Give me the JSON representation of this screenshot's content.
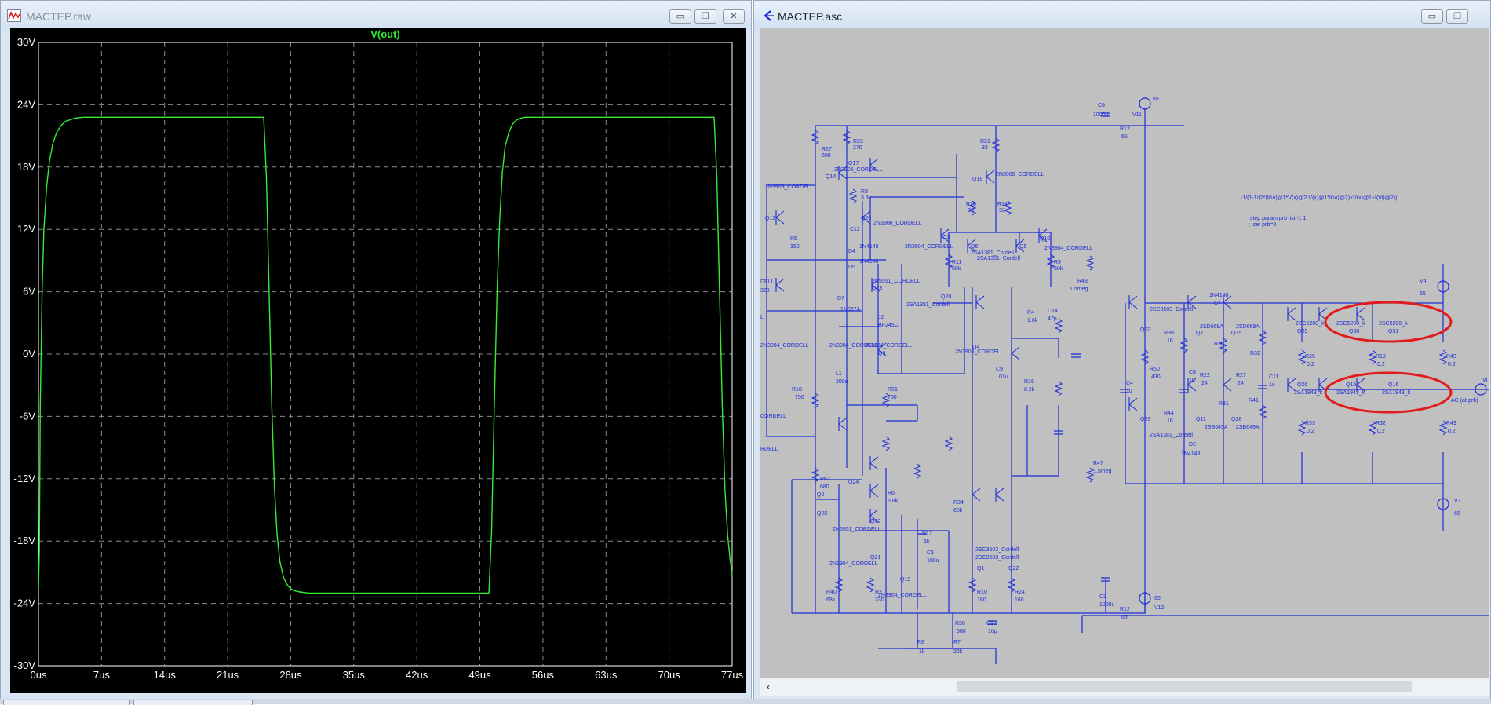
{
  "waveform_window": {
    "title": "MACTEP.raw",
    "trace_label": "V(out)",
    "trace_color": "#33ee33",
    "buttons": [
      {
        "name": "minimize",
        "glyph": "▭"
      },
      {
        "name": "restore",
        "glyph": "❐"
      },
      {
        "name": "close",
        "glyph": "✕"
      }
    ]
  },
  "chart_data": {
    "type": "line",
    "title": "V(out)",
    "xlabel": "",
    "ylabel": "",
    "xlim": [
      0,
      77
    ],
    "ylim": [
      -30,
      30
    ],
    "x_unit": "us",
    "y_unit": "V",
    "x_ticks": [
      "0us",
      "7us",
      "14us",
      "21us",
      "28us",
      "35us",
      "42us",
      "49us",
      "56us",
      "63us",
      "70us",
      "77us"
    ],
    "y_ticks": [
      "30V",
      "24V",
      "18V",
      "12V",
      "6V",
      "0V",
      "-6V",
      "-12V",
      "-18V",
      "-24V",
      "-30V"
    ],
    "grid": true,
    "series": [
      {
        "name": "V(out)",
        "color": "#33ee33",
        "x": [
          0,
          0.1,
          0.2,
          0.4,
          0.6,
          0.9,
          1.2,
          1.6,
          2.0,
          2.5,
          3.0,
          4.0,
          5.0,
          8.0,
          12.0,
          20.0,
          25.0,
          25.3,
          25.6,
          25.9,
          26.2,
          26.5,
          26.8,
          27.2,
          27.6,
          28.0,
          28.5,
          29.0,
          30.0,
          31.0,
          35.0,
          40.0,
          45.0,
          50.0,
          50.3,
          50.6,
          50.9,
          51.2,
          51.5,
          51.8,
          52.2,
          52.6,
          53.0,
          53.5,
          54.0,
          55.0,
          56.0,
          60.0,
          65.0,
          70.0,
          75.0,
          75.3,
          75.6,
          75.9,
          76.2,
          76.5,
          76.8,
          77.0
        ],
        "values": [
          -22.5,
          -19,
          -5,
          6,
          12,
          16,
          18.5,
          20.3,
          21.3,
          22.0,
          22.4,
          22.7,
          22.8,
          22.8,
          22.8,
          22.8,
          22.8,
          17,
          6,
          -5,
          -13,
          -17.5,
          -20,
          -21.5,
          -22.2,
          -22.6,
          -22.8,
          -22.9,
          -23.0,
          -23.0,
          -23.0,
          -23.0,
          -23.0,
          -23.0,
          -17,
          -5,
          6,
          13,
          17.5,
          20,
          21.3,
          22.1,
          22.5,
          22.7,
          22.8,
          22.8,
          22.8,
          22.8,
          22.8,
          22.8,
          22.8,
          17,
          6,
          -5,
          -13,
          -17.5,
          -20,
          -21.2
        ]
      }
    ]
  },
  "schematic_window": {
    "title": "MACTEP.asc",
    "buttons": [
      {
        "name": "minimize",
        "glyph": "▭"
      },
      {
        "name": "restore",
        "glyph": "❐"
      }
    ],
    "wire_color": "#1c2cd8",
    "highlight_color": "#e21c1c",
    "directive_1": "-1/(1-1/(2*(I(Vi)@1*V(x)@2-V(x)@1*I(Vi)@2)+V(x)@1+I(Vi)@2))",
    "directive_2": ".step param prb list -1 1",
    "directive_3": "; .set prb=0",
    "labels": {
      "c6": "C6",
      "c6v": "1000u",
      "v11": "V11",
      "v11v": "65",
      "r12a": "R12",
      "r12av": "65",
      "r27": "R27",
      "r27v": "600",
      "r23": "R23",
      "r23v": "270",
      "q17": "Q17",
      "q14": "Q14",
      "q17m": "2N3906_CORDELL",
      "r21": "R21",
      "r21v": "33",
      "q18": "Q18",
      "q18m": "2N3906_CORDELL",
      "q14m": "2N3906_CORDELL",
      "r3": "R3",
      "r3v": "3.3k",
      "q13": "Q13",
      "q20": "Q20",
      "q20m": "2N3906_CORDELL",
      "r15": "R15",
      "r15v": "33",
      "r14": "R14",
      "r14v": "33",
      "c12": "C12",
      "d4": "D4",
      "d4m": "1N4148",
      "d5": "D5",
      "d5m": "1N4148",
      "r5": "R5",
      "r5v": "150",
      "q3": "Q3",
      "q3m": "2N3904_CORDELL",
      "q6": "Q6",
      "q6m": "2SA1381_Cordell",
      "q6m2": "2SA1381_Cordell",
      "q5": "Q5",
      "q10": "Q10",
      "q10m": "2N3904_CORDELL",
      "r11": "R11",
      "r11v": "68k",
      "r9": "R9",
      "r9v": "68k",
      "q23": "Q23",
      "q23m": "2N5551_CORDELL",
      "q20b": "Q20",
      "q20bm": "2SA1381_Cordell",
      "d7": "D7",
      "d7m": "1N967A",
      "j2": "J2",
      "j2m": "BF245C",
      "q8": "Q8",
      "q8m": "2N3904_CORDELL",
      "q9m": "2N3904_CORDELL",
      "q4": "Q4",
      "q4m": "2N3906_CORDELL",
      "l1": "L1",
      "l1v": "200u",
      "r18": "R18",
      "r18v": "750",
      "r51": "R51",
      "r51v": "750",
      "c9": "C9",
      "c9v": ".01u",
      "r16": "R16",
      "r16v": "8.2k",
      "r4": "R4",
      "r4v": "1.6k",
      "c14": "C14",
      "c14v": "47p",
      "r48": "R48",
      "r48v": "1.5meg",
      "r47": "R47",
      "r47v": "1.5meg",
      "c4": "C4",
      "c4v": "1u",
      "d1": "1N4148",
      "c7": "C7",
      "q32": "Q32",
      "q32m": "2SC3503_Cordell",
      "q33": "Q33",
      "q33m": "2SA1381_Cordell",
      "r39": "R39",
      "r39v": "16",
      "r44": "R44",
      "r44v": "16",
      "r50": "R50",
      "r50v": "430",
      "c8": "C8",
      "c8v": "1u",
      "d2": "D2",
      "d2m": "1N4148",
      "q7": "Q7",
      "q7m": "2SD669A",
      "q35": "Q35",
      "q35m": "2SD669A",
      "q11": "Q11",
      "q11m": "2SB649A",
      "q28": "Q28",
      "q28m": "2SB649A",
      "r30": "R30",
      "r22": "R22",
      "r22v": "24",
      "r27b": "R27",
      "r27bv": "24",
      "r31": "R31",
      "r32": "R32",
      "r41": "R41",
      "c11": "C11",
      "c11v": "1u",
      "q29": "Q29",
      "q29m": "2SC5200_k",
      "q30": "Q30",
      "q30m": "2SC5200_k",
      "q31": "Q31",
      "q31m": "2SC5200_k",
      "q26": "Q26",
      "q26m": "2SA1943_k",
      "q15": "Q15",
      "q15m": "2SA1943_k",
      "q16": "Q16",
      "q16m": "2SA1943_k",
      "r25": "R25",
      "r25v": "0.2",
      "r19": "R19",
      "r19v": "0.2",
      "r43": "R43",
      "r43v": "0.2",
      "r33": "R33",
      "r33v": "0.2",
      "r32b": "R32",
      "r32bv": "0.2",
      "r49": "R49",
      "r49v": "0.2",
      "v4": "V4",
      "v4v": "65",
      "v7": "V7",
      "v7v": "65",
      "vi": "Vi",
      "viv": "AC (at-prb)",
      "q2": "Q2",
      "r62": "R62",
      "r62v": "680",
      "q24": "Q24",
      "q25": "Q25",
      "r6": "R6",
      "r6v": "6.8k",
      "q12": "Q12",
      "q12m": "2N5551_CORDELL",
      "r17": "R17",
      "r17v": "5k",
      "r34": "R34",
      "r34v": "68k",
      "c5": "C5",
      "c5v": "100u",
      "q21": "Q21",
      "q21m": "2N3904_CORDELL",
      "q19": "Q19",
      "q19m": "2N3904_CORDELL",
      "r40": "R40",
      "r40v": "68k",
      "r2": "R2",
      "r2v": "330",
      "q1": "Q1",
      "q22": "Q22",
      "q1m": "2SC3503_Cordell",
      "q22m": "2SC3503_Cordell",
      "r10": "R10",
      "r10v": "160",
      "r24": "R24",
      "r24v": "160",
      "c3": "C3",
      "c3v": "1000u",
      "r12b": "R12",
      "r12bv": "65",
      "v12": "V12",
      "v12v": "65",
      "r38": "R38",
      "r38v": "680",
      "c13": "C13",
      "c13v": "10p",
      "r8": "R8",
      "r8v": "1k",
      "r7": "R7",
      "r7v": "22k",
      "edge1": "DELL",
      "edge2": "328",
      "edge3": "2N3904_CORDELL",
      "edge4": "CORDELL",
      "edge5": "RDELL",
      "edge6": "L"
    }
  },
  "taskbar": {
    "items": 2
  }
}
